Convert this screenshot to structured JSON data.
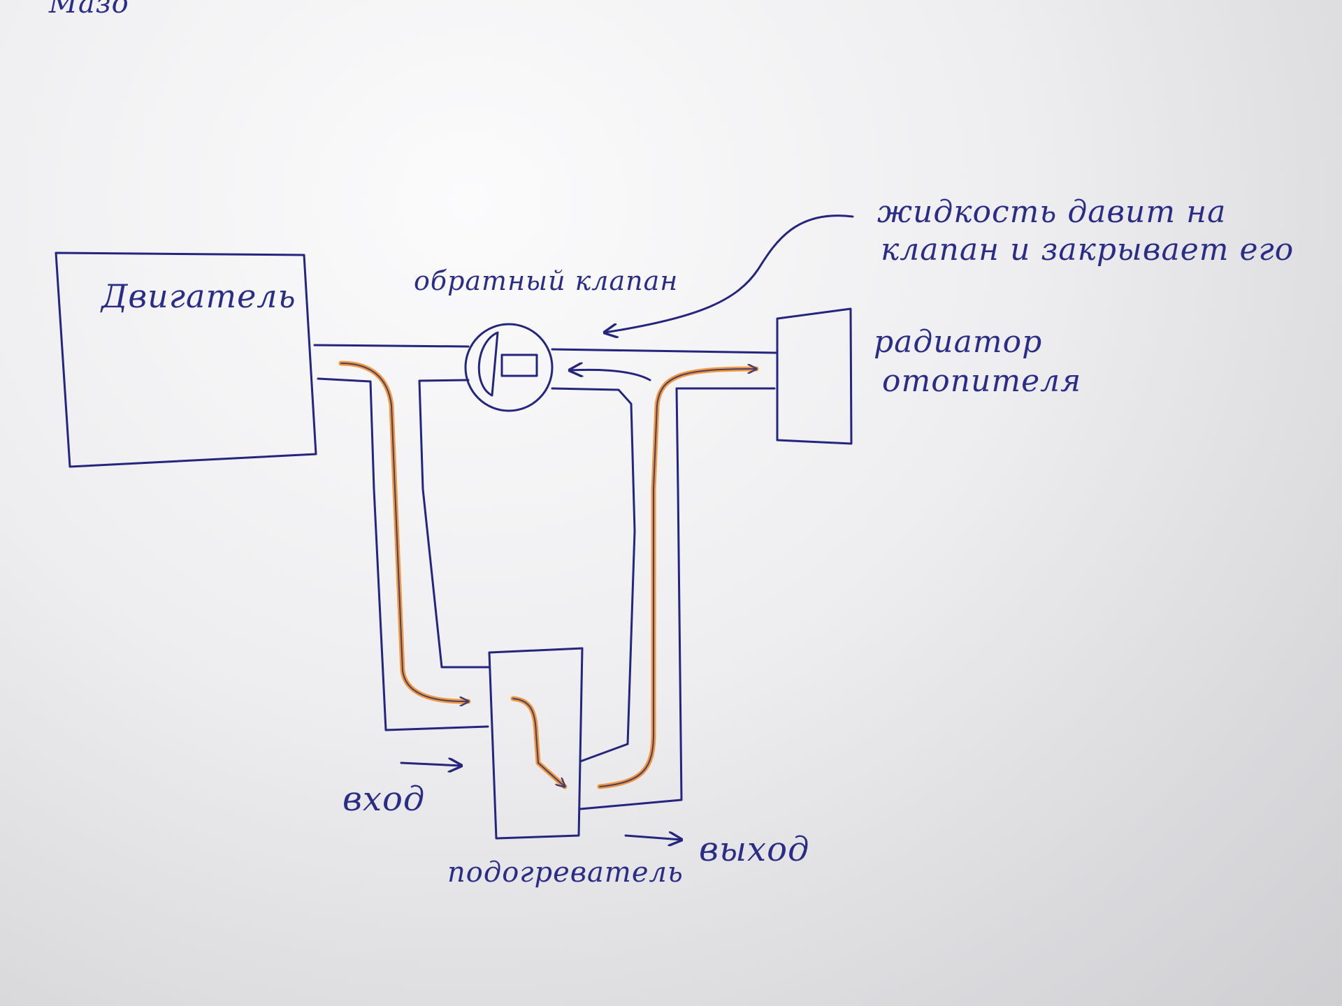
{
  "sheet": {
    "paper_color": "#f3f3f5",
    "ink_color": "#23257e",
    "flow_color": "#f08a1c",
    "corner_scribble": "Мазo"
  },
  "labels": {
    "engine": "Двигатель",
    "check_valve": "обратный клапан",
    "radiator_line1": "радиатор",
    "radiator_line2": "отопителя",
    "note_line1": "жидкость давит на",
    "note_line2": "клапан и закрывает его",
    "heater": "подогреватель",
    "inlet": "вход",
    "outlet": "выход"
  }
}
